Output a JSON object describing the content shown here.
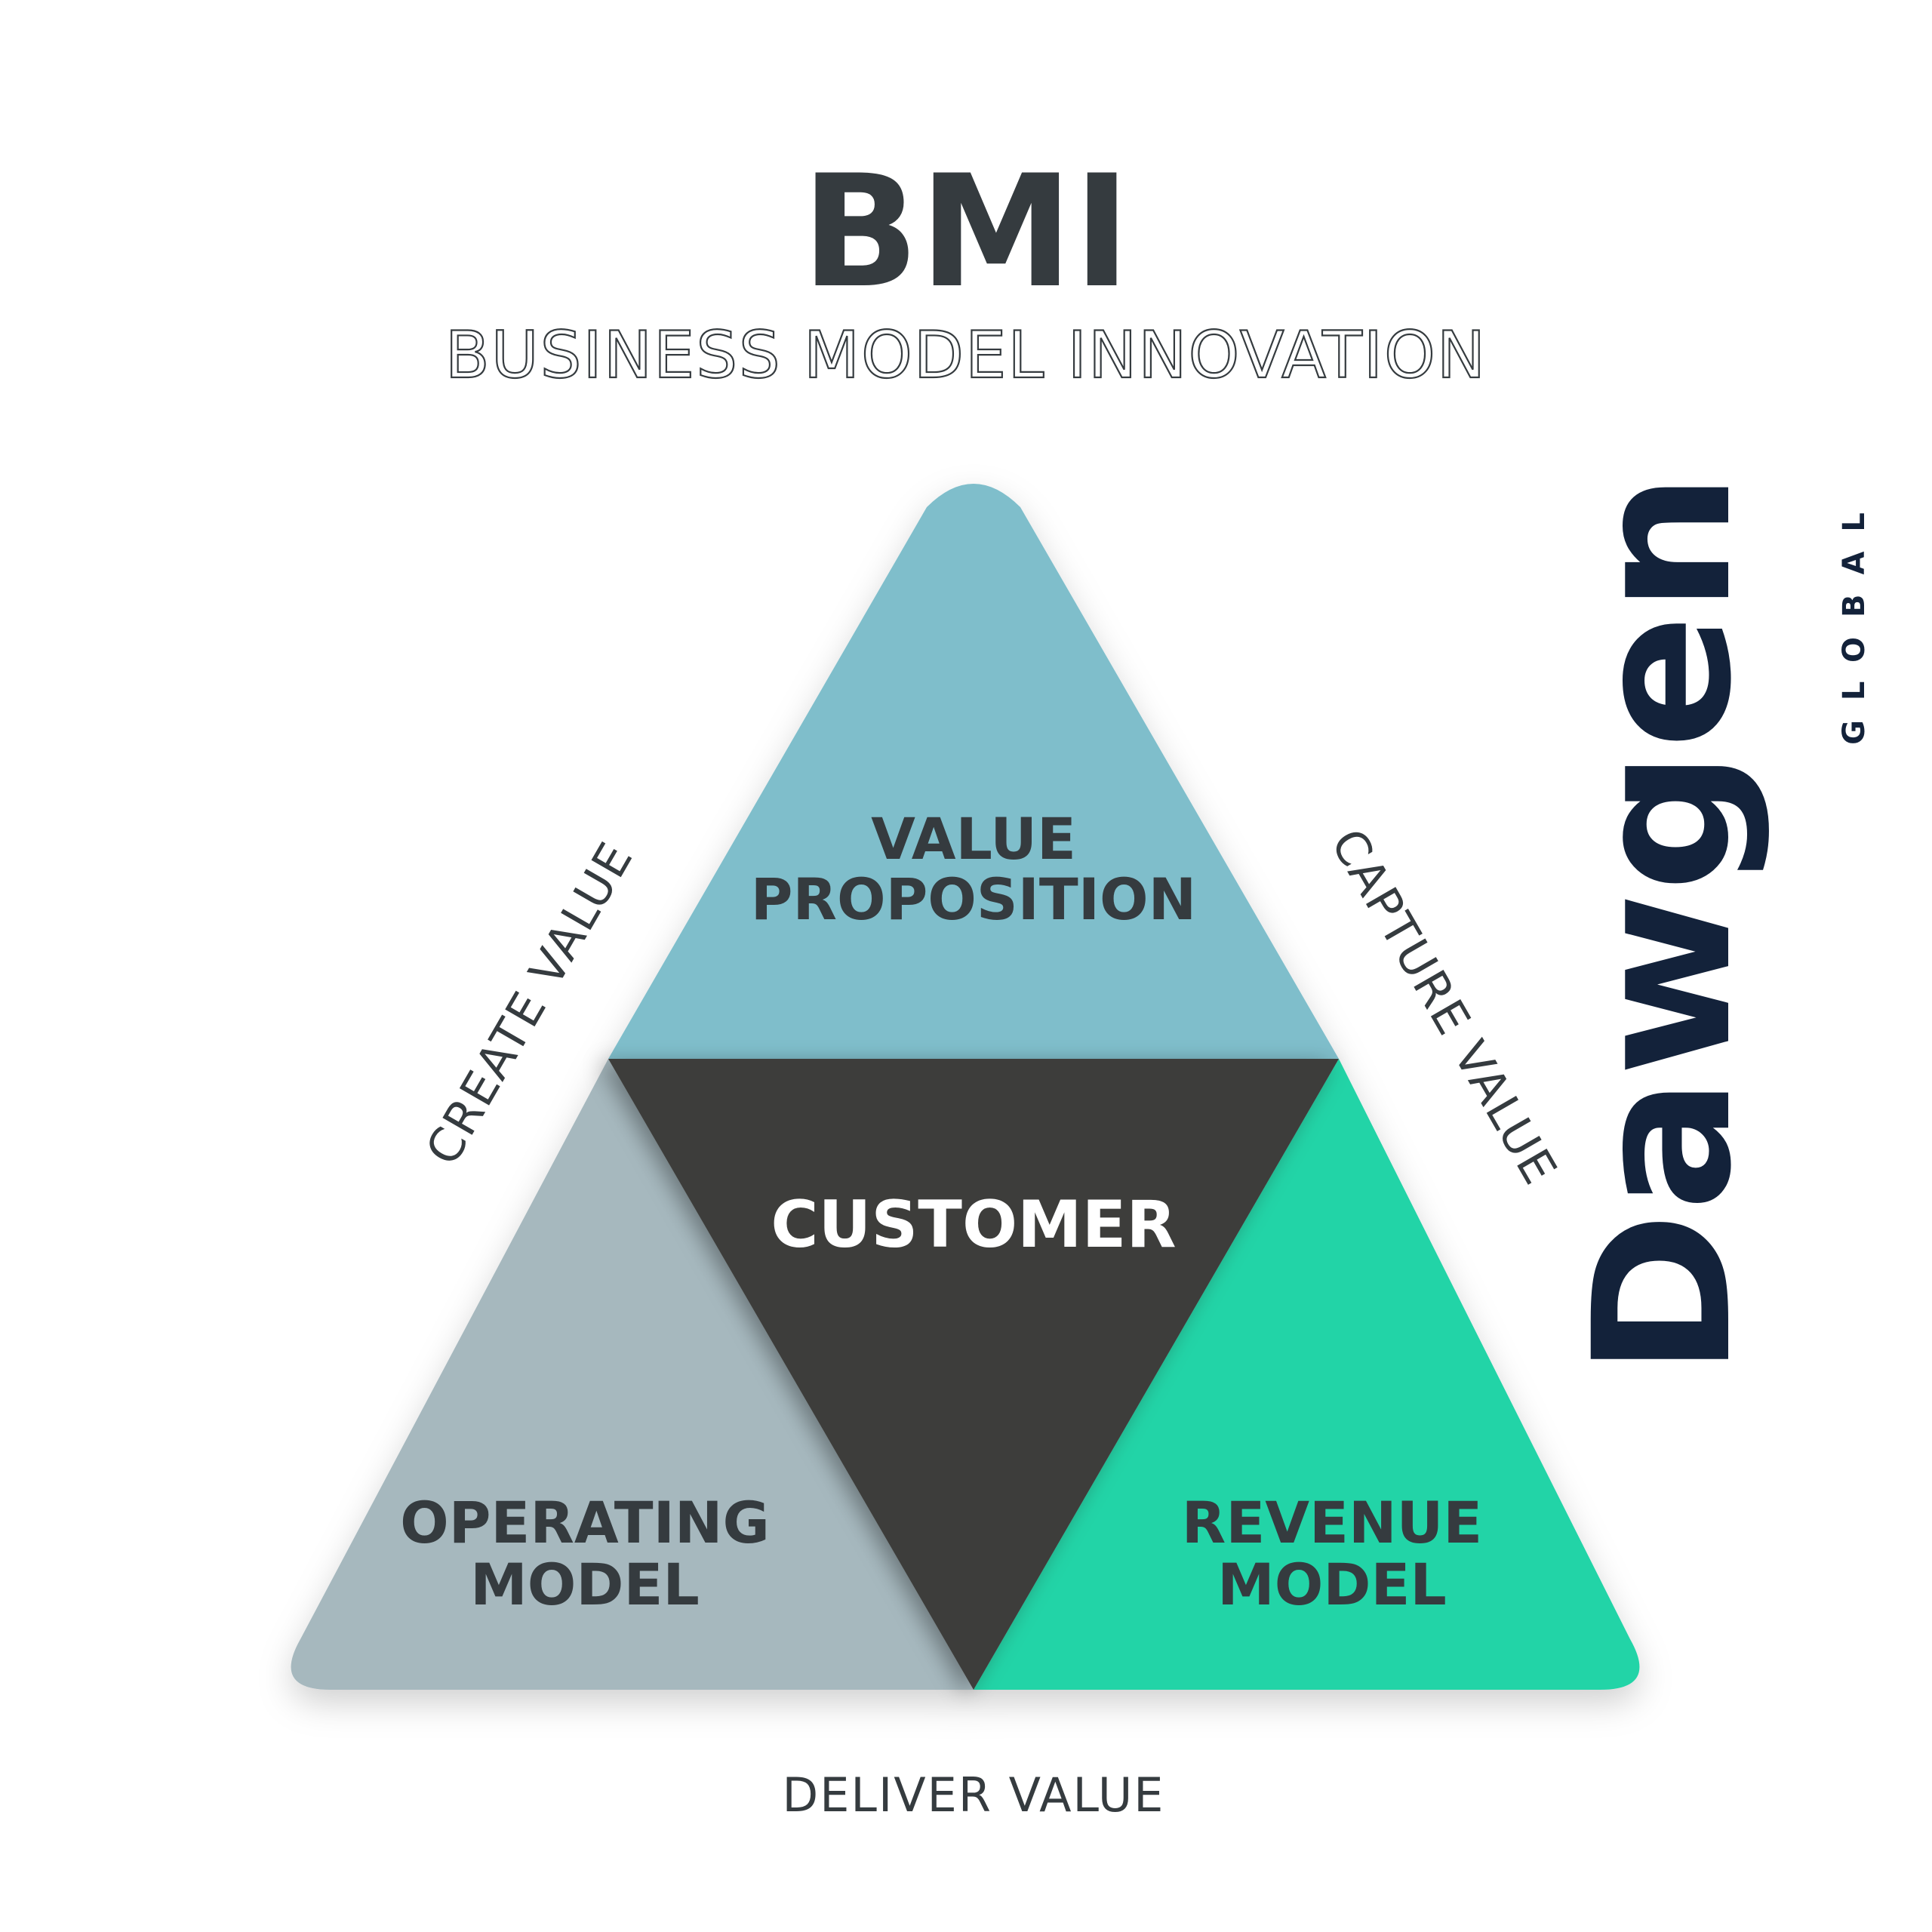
{
  "header": {
    "title": "BMI",
    "subtitle": "BUSINESS MODEL INNOVATION"
  },
  "segments": {
    "top": {
      "line1": "VALUE",
      "line2": "PROPOSITION",
      "color": "#7fbecb"
    },
    "center": {
      "label": "CUSTOMER",
      "color": "#3c3d3a"
    },
    "left": {
      "line1": "OPERATING",
      "line2": "MODEL",
      "color": "#a6b8be"
    },
    "right": {
      "line1": "REVENUE",
      "line2": "MODEL",
      "color": "#24d4a7"
    }
  },
  "edges": {
    "left": "CREATE VALUE",
    "right": "CAPTURE VALUE",
    "bottom": "DELIVER VALUE"
  },
  "logo": {
    "wordmark": "Dawgen",
    "tagline": "GLOBAL",
    "color": "#13223a"
  },
  "colors": {
    "text": "#353b3f",
    "background": "#ffffff"
  }
}
